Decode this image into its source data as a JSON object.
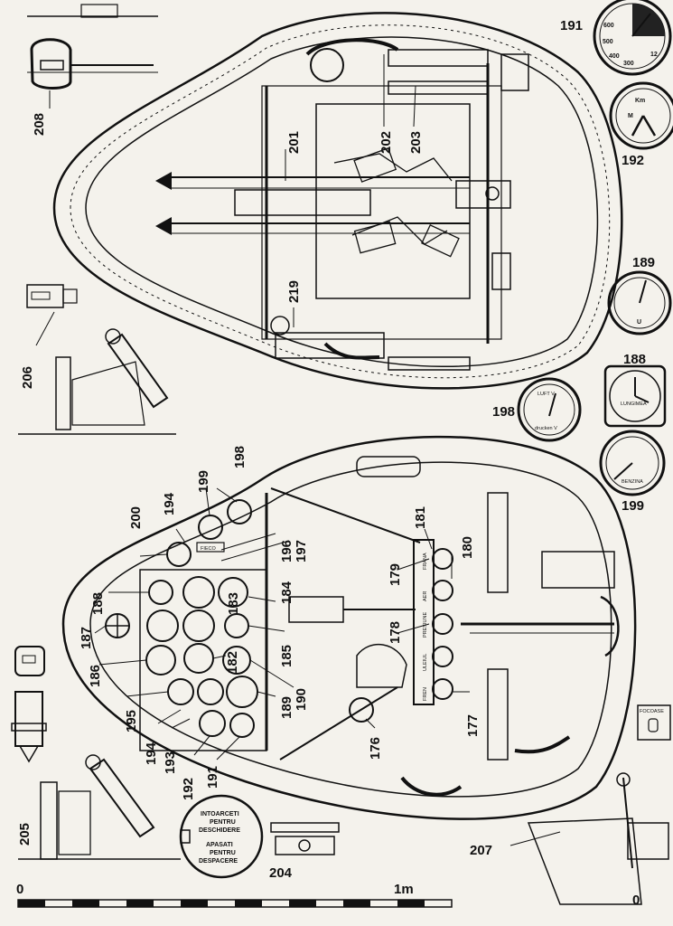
{
  "callouts": {
    "c176": "176",
    "c177": "177",
    "c178": "178",
    "c179": "179",
    "c180": "180",
    "c181": "181",
    "c182": "182",
    "c183": "183",
    "c184": "184",
    "c185": "185",
    "c186": "186",
    "c187": "187",
    "c188": "188",
    "c189": "189",
    "c190": "190",
    "c191": "191",
    "c192": "192",
    "c193": "193",
    "c194": "194",
    "c195": "195",
    "c196": "196",
    "c197": "197",
    "c198": "198",
    "c199": "199",
    "c200": "200",
    "c201": "201",
    "c202": "202",
    "c203": "203",
    "c204": "204",
    "c205": "205",
    "c206": "206",
    "c207": "207",
    "c208": "208",
    "c219": "219"
  },
  "gauge_labels": {
    "g198_top": "LUFT V",
    "g198_bottom": "drucken V",
    "g188_label": "LUNGIMEA",
    "g199_label": "BENZINA",
    "g189_label": "U",
    "g192_km": "Km",
    "g192_m": "M",
    "g191_nums": [
      "600",
      "500",
      "400",
      "300",
      "12"
    ]
  },
  "panel_labels": {
    "left_strip": [
      "FRANA",
      "AER",
      "PRESIUNE",
      "ULEIUL",
      "FREN"
    ],
    "tab": "FIECO",
    "switch_box": "FOCOASE"
  },
  "placard": {
    "line1": "INTOARCETI",
    "line2": "PENTRU",
    "line3": "DESCHIDERE",
    "line4": "APASATI",
    "line5": "PENTRU",
    "line6": "DESPACERE"
  },
  "scale_bar": {
    "start": "0",
    "end": "1m",
    "corner": "0"
  }
}
